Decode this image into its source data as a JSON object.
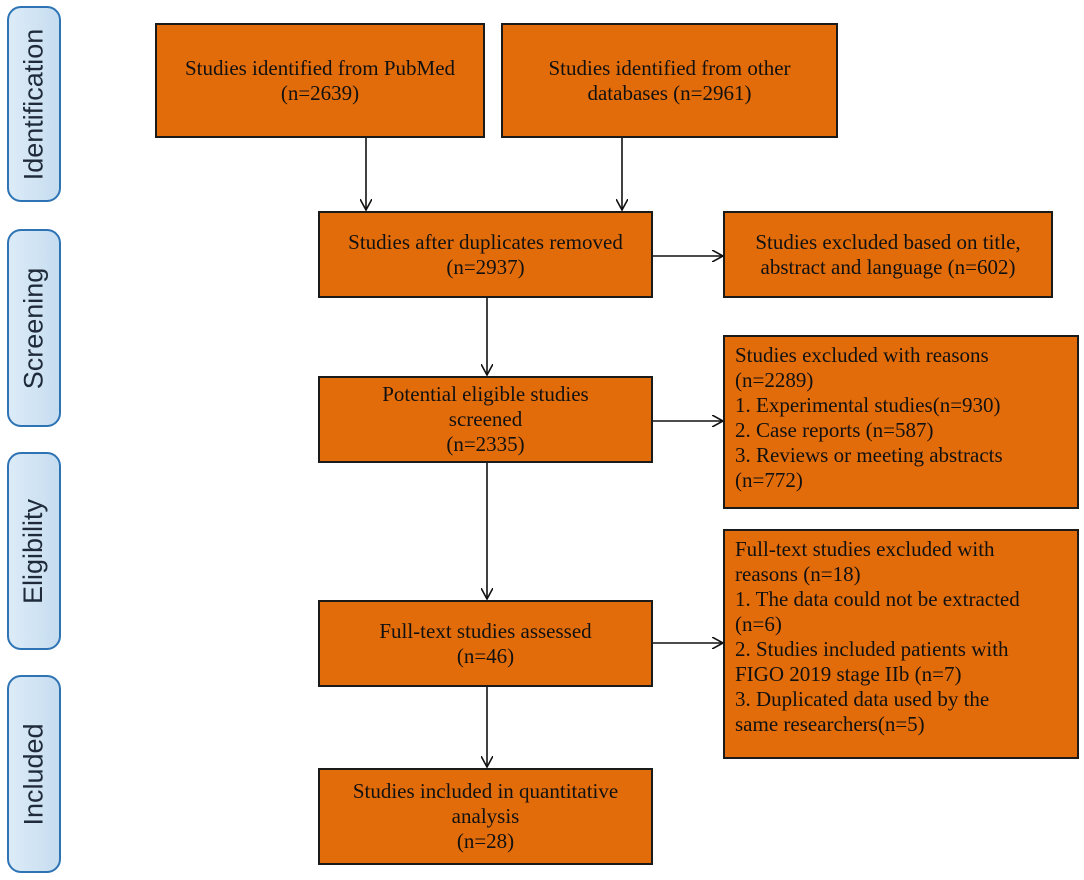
{
  "stages": {
    "identification": "Identification",
    "screening": "Screening",
    "eligibility": "Eligibility",
    "included": "Included"
  },
  "boxes": {
    "pubmed": [
      "Studies identified from PubMed",
      "(n=2639)"
    ],
    "other_databases": [
      "Studies identified from other",
      "databases (n=2961)"
    ],
    "after_duplicates": [
      "Studies after duplicates removed",
      "(n=2937)"
    ],
    "excluded_title": [
      "Studies excluded based on title,",
      "abstract and language (n=602)"
    ],
    "potential_eligible": [
      "Potential eligible studies",
      "screened",
      "(n=2335)"
    ],
    "excluded_reasons": [
      "Studies excluded with reasons",
      "(n=2289)",
      "1. Experimental studies(n=930)",
      "2. Case reports (n=587)",
      "3. Reviews or  meeting abstracts",
      "(n=772)"
    ],
    "fulltext_assessed": [
      "Full-text studies assessed",
      "(n=46)"
    ],
    "fulltext_excluded": [
      "Full-text studies excluded with",
      "reasons (n=18)",
      "1. The data could not be extracted",
      "(n=6)",
      "2. Studies included patients with",
      "FIGO 2019 stage IIb (n=7)",
      "3. Duplicated data used by the",
      "same researchers(n=5)"
    ],
    "included_quant": [
      "Studies included in quantitative",
      "analysis",
      "(n=28)"
    ]
  },
  "colors": {
    "box_fill": "#e36c0a",
    "box_border": "#1a1a1a",
    "stage_fill": "#dcebf7",
    "stage_border": "#2e74b5"
  }
}
